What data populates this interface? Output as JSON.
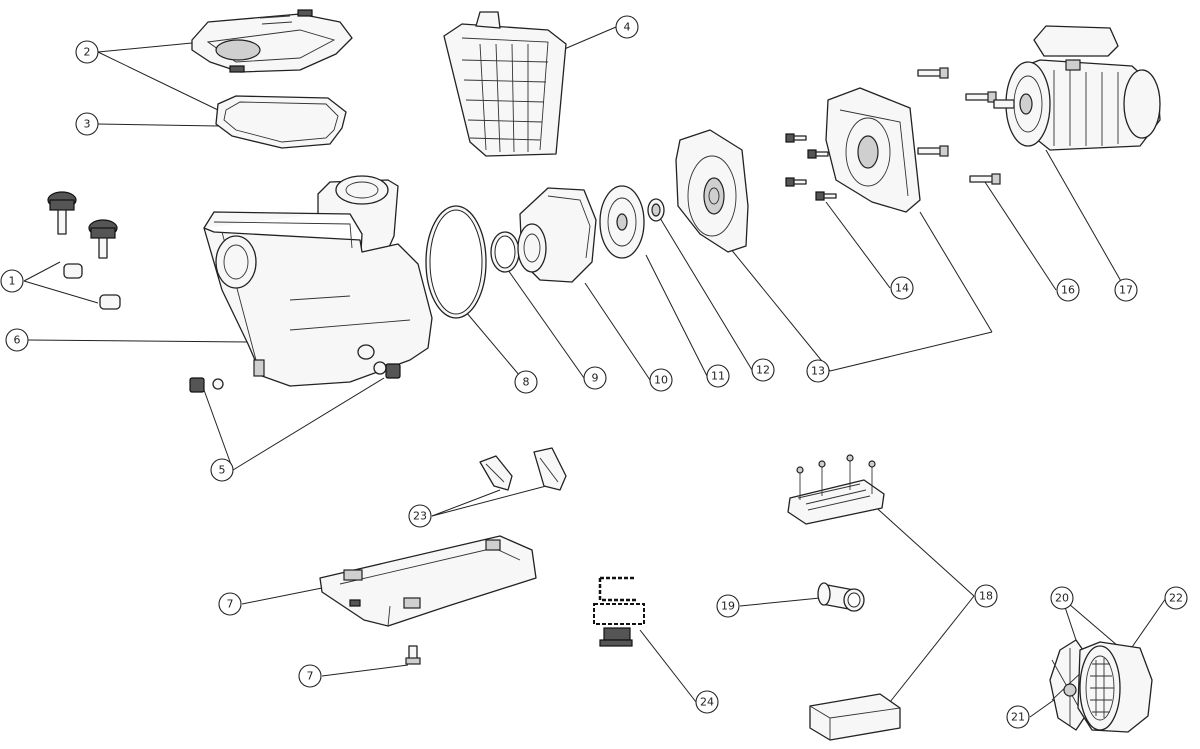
{
  "callouts": [
    {
      "id": "c1",
      "label": "1"
    },
    {
      "id": "c2",
      "label": "2"
    },
    {
      "id": "c3",
      "label": "3"
    },
    {
      "id": "c4",
      "label": "4"
    },
    {
      "id": "c5",
      "label": "5"
    },
    {
      "id": "c6",
      "label": "6"
    },
    {
      "id": "c7a",
      "label": "7"
    },
    {
      "id": "c7b",
      "label": "7"
    },
    {
      "id": "c8",
      "label": "8"
    },
    {
      "id": "c9",
      "label": "9"
    },
    {
      "id": "c10",
      "label": "10"
    },
    {
      "id": "c11",
      "label": "11"
    },
    {
      "id": "c12",
      "label": "12"
    },
    {
      "id": "c13",
      "label": "13"
    },
    {
      "id": "c14",
      "label": "14"
    },
    {
      "id": "c16",
      "label": "16"
    },
    {
      "id": "c17",
      "label": "17"
    },
    {
      "id": "c18",
      "label": "18"
    },
    {
      "id": "c19",
      "label": "19"
    },
    {
      "id": "c20",
      "label": "20"
    },
    {
      "id": "c21",
      "label": "21"
    },
    {
      "id": "c22",
      "label": "22"
    },
    {
      "id": "c23",
      "label": "23"
    },
    {
      "id": "c24",
      "label": "24"
    }
  ]
}
